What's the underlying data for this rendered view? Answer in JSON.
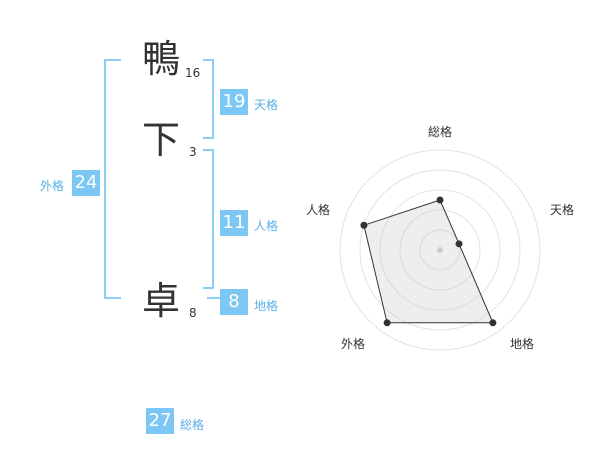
{
  "name_chars": [
    {
      "char": "鴨",
      "strokes": "16"
    },
    {
      "char": "下",
      "strokes": "3"
    },
    {
      "char": "卓",
      "strokes": "8"
    }
  ],
  "kakusu": {
    "tenkaku": {
      "value": "19",
      "label": "天格"
    },
    "jinkaku": {
      "value": "11",
      "label": "人格"
    },
    "chikaku": {
      "value": "8",
      "label": "地格"
    },
    "gaikaku": {
      "value": "24",
      "label": "外格"
    },
    "soukaku": {
      "value": "27",
      "label": "総格"
    }
  },
  "colors": {
    "accent": "#7cc7f3",
    "label": "#5aaee6",
    "bracket": "#8ccdf5"
  },
  "chart_data": {
    "type": "radar",
    "axes": [
      "総格",
      "天格",
      "地格",
      "外格",
      "人格"
    ],
    "values": [
      0.5,
      0.2,
      0.9,
      0.9,
      0.8
    ],
    "rings": 5,
    "grid": true
  }
}
